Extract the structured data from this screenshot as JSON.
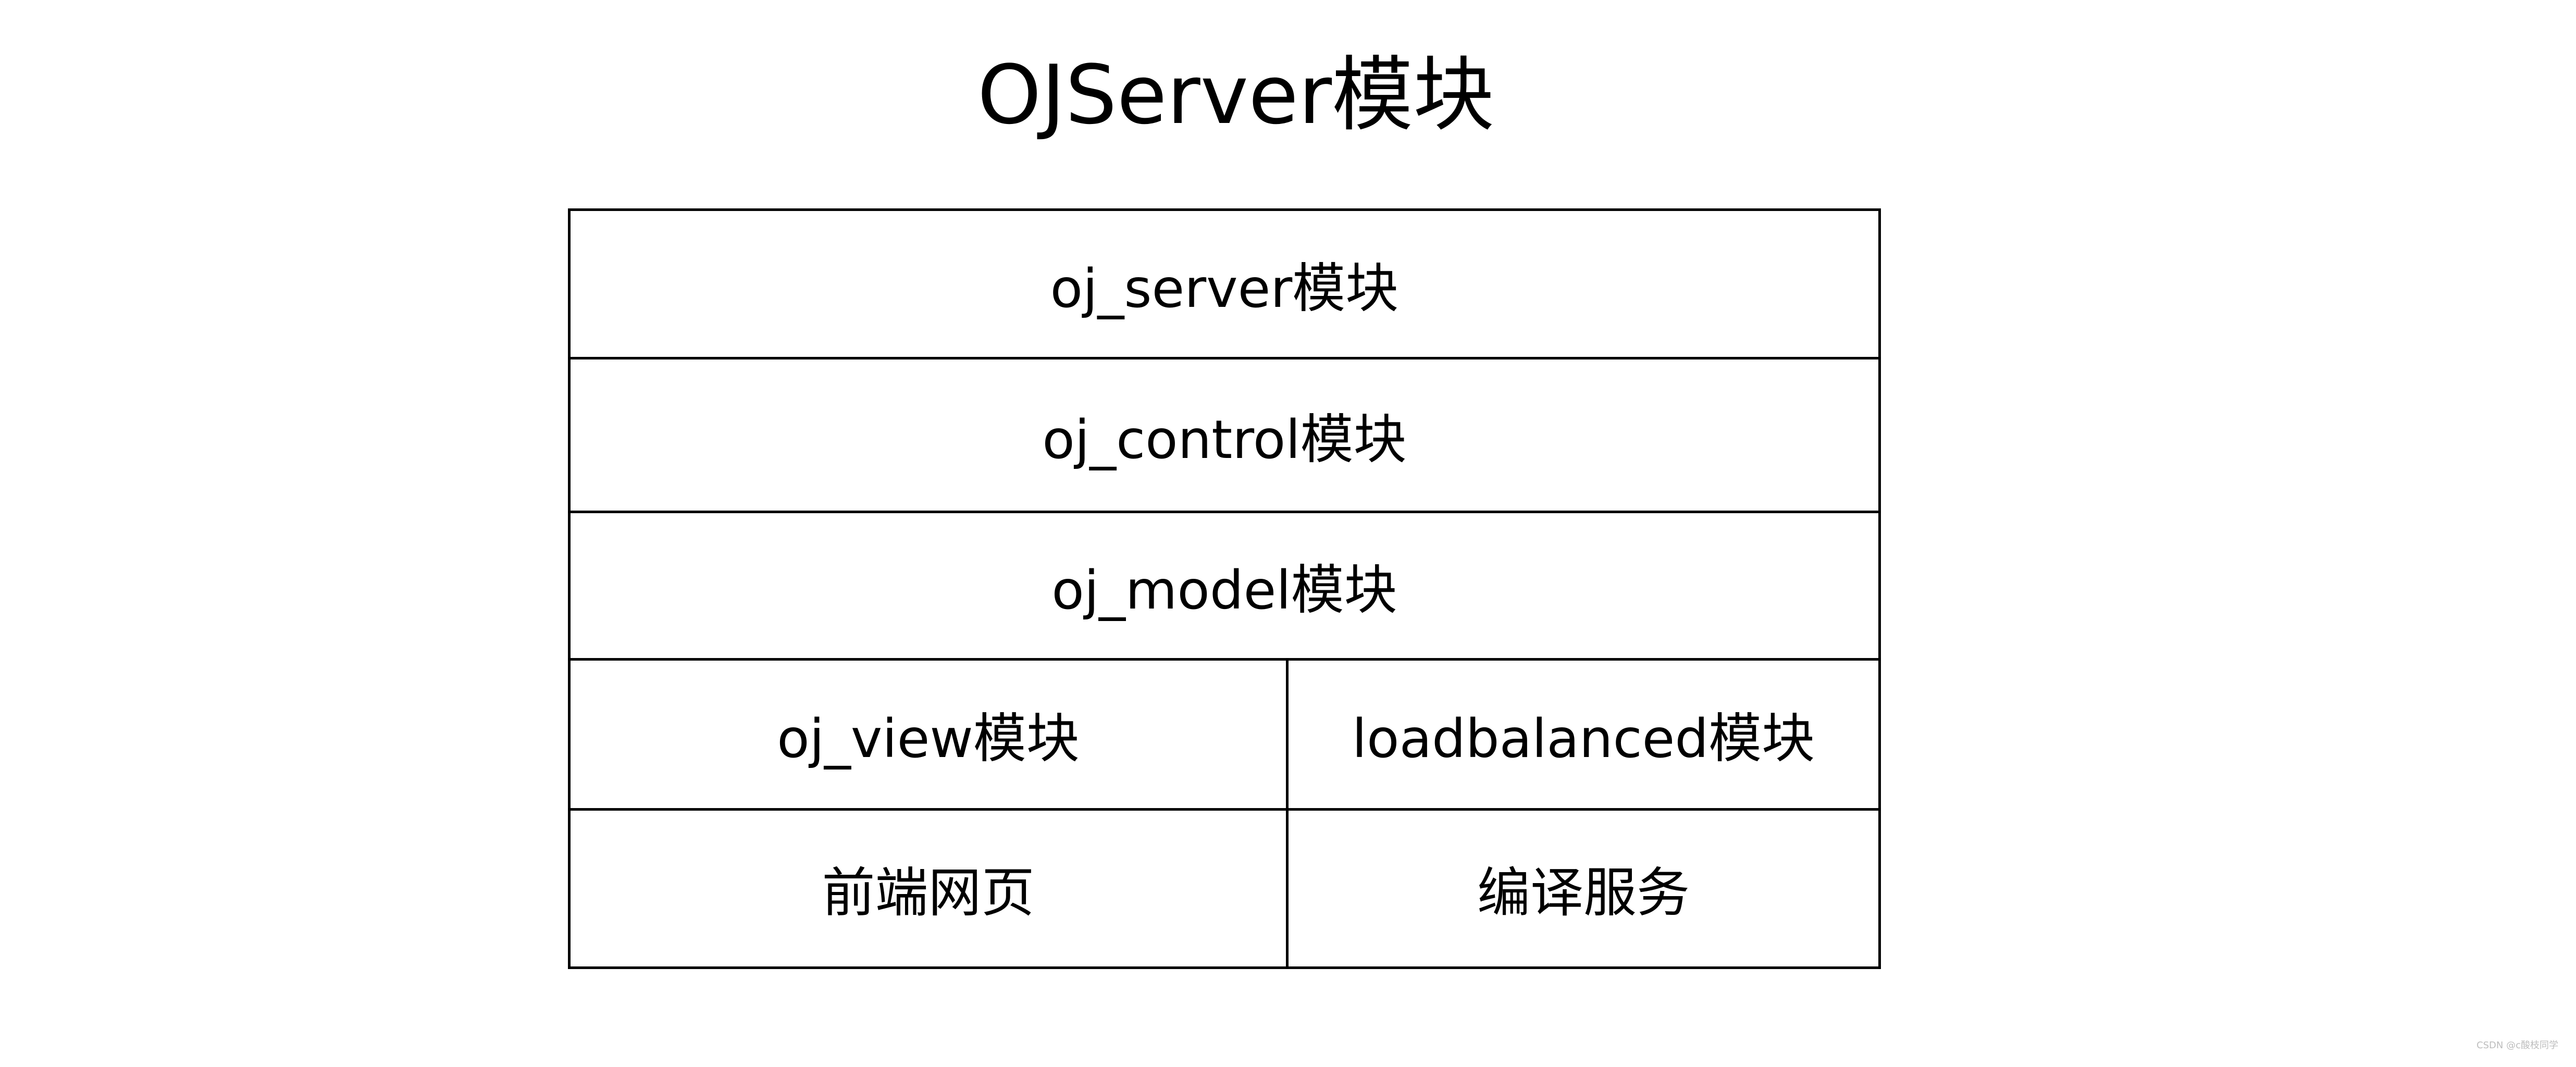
{
  "title": "OJServer模块",
  "rows": [
    {
      "cells": [
        "oj_server模块"
      ]
    },
    {
      "cells": [
        "oj_control模块"
      ]
    },
    {
      "cells": [
        "oj_model模块"
      ]
    },
    {
      "cells": [
        "oj_view模块",
        "loadbalanced模块"
      ]
    },
    {
      "cells": [
        "前端网页",
        "编译服务"
      ]
    }
  ],
  "watermark": "CSDN @c酸枝同学"
}
